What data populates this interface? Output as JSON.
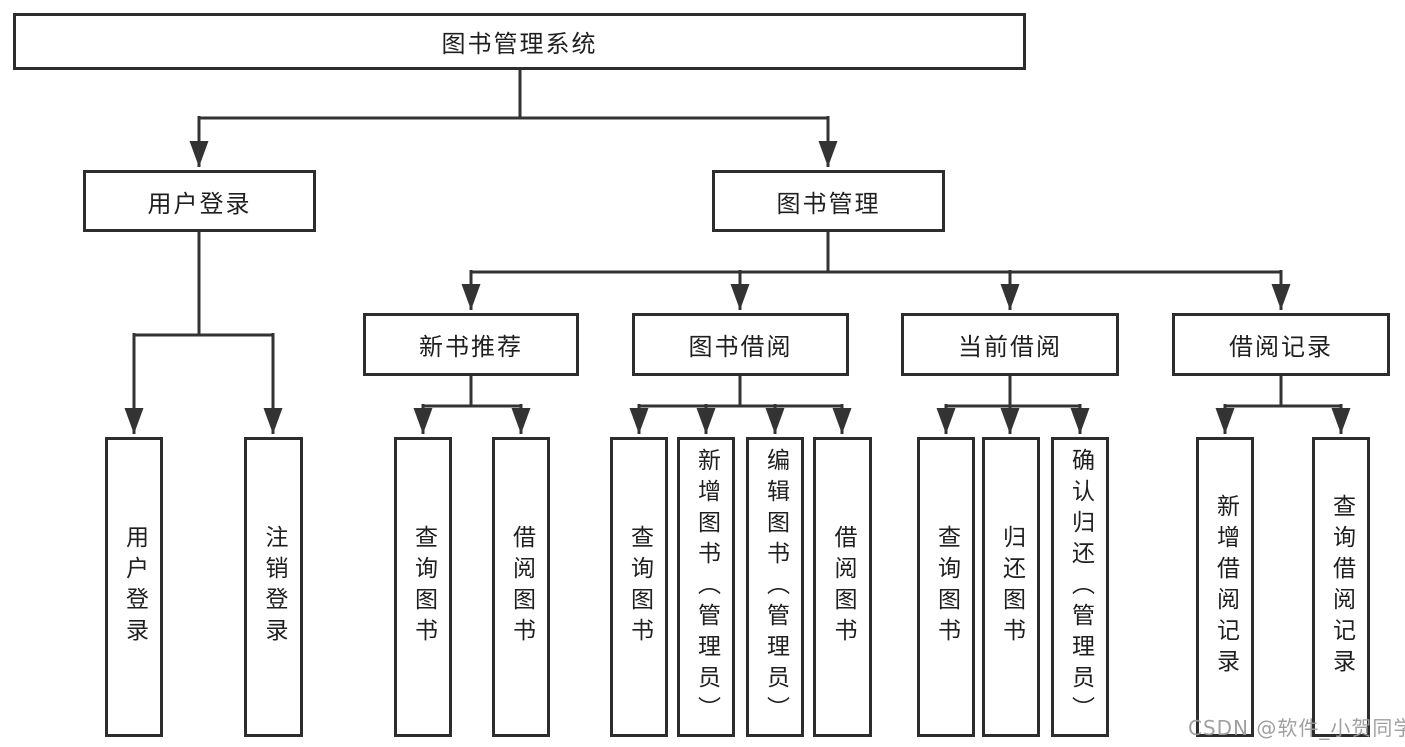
{
  "tree": {
    "label": "图书管理系统",
    "children": [
      {
        "label": "用户登录",
        "children": [
          {
            "label": "用户登录"
          },
          {
            "label": "注销登录"
          }
        ]
      },
      {
        "label": "图书管理",
        "children": [
          {
            "label": "新书推荐",
            "children": [
              {
                "label": "查询图书"
              },
              {
                "label": "借阅图书"
              }
            ]
          },
          {
            "label": "图书借阅",
            "children": [
              {
                "label": "查询图书"
              },
              {
                "label": "新增图书（管理员）"
              },
              {
                "label": "编辑图书（管理员）"
              },
              {
                "label": "借阅图书"
              }
            ]
          },
          {
            "label": "当前借阅",
            "children": [
              {
                "label": "查询图书"
              },
              {
                "label": "归还图书"
              },
              {
                "label": "确认归还（管理员）"
              }
            ]
          },
          {
            "label": "借阅记录",
            "children": [
              {
                "label": "新增借阅记录"
              },
              {
                "label": "查询借阅记录"
              }
            ]
          }
        ]
      }
    ]
  },
  "watermark": {
    "text": "CSDN @软件_小贺同学"
  },
  "colors": {
    "line": "#333333",
    "box_border": "#2d2d2d",
    "text": "#1f1f1f",
    "watermark": "#9b9b9b",
    "background": "#ffffff"
  }
}
